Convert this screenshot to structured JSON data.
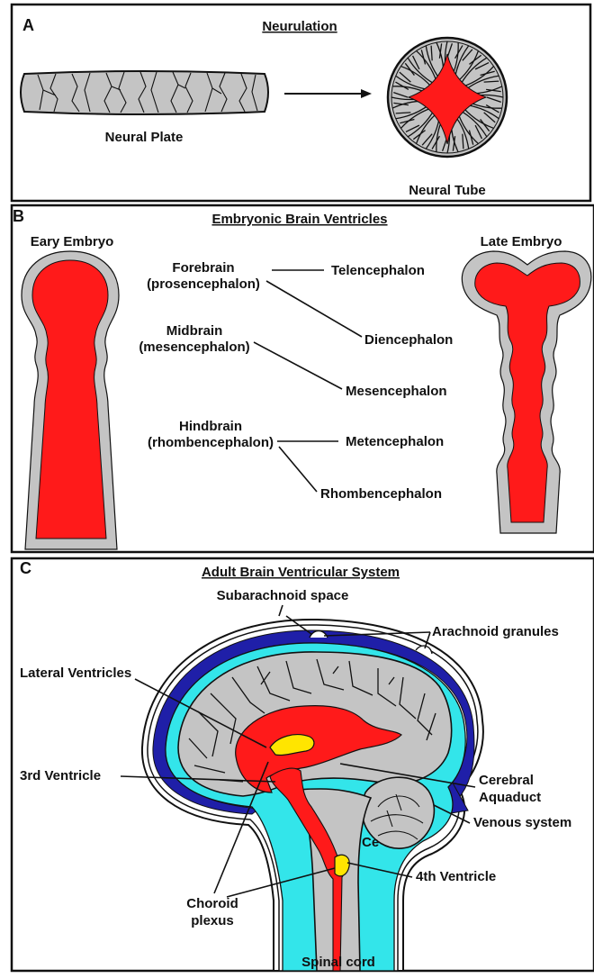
{
  "panels": {
    "a": {
      "letter": "A",
      "title": "Neurulation",
      "labels": {
        "neural_plate": "Neural Plate",
        "neural_tube": "Neural Tube"
      }
    },
    "b": {
      "letter": "B",
      "title": "Embryonic Brain Ventricles",
      "labels": {
        "early_embryo": "Eary Embryo",
        "late_embryo": "Late Embryo",
        "forebrain": "Forebrain",
        "prosencephalon": "(prosencephalon)",
        "midbrain": "Midbrain",
        "mesencephalon_paren": "(mesencephalon)",
        "hindbrain": "Hindbrain",
        "rhombencephalon_paren": "(rhombencephalon)",
        "telencephalon": "Telencephalon",
        "diencephalon": "Diencephalon",
        "mesencephalon": "Mesencephalon",
        "metencephalon": "Metencephalon",
        "rhombencephalon": "Rhombencephalon"
      }
    },
    "c": {
      "letter": "C",
      "title": "Adult Brain Ventricular System",
      "labels": {
        "subarachnoid_space": "Subarachnoid space",
        "arachnoid_granules": "Arachnoid granules",
        "lateral_ventricles": "Lateral Ventricles",
        "third_ventricle": "3rd Ventricle",
        "cerebral": "Cerebral",
        "aquaduct": "Aquaduct",
        "venous_system": "Venous system",
        "ce": "Ce",
        "fourth_ventricle": "4th Ventricle",
        "choroid": "Choroid",
        "plexus": "plexus",
        "spinal_cord": "Spinal cord"
      }
    }
  },
  "colors": {
    "ventricle": "#ff1a1a",
    "tissue": "#c4c4c4",
    "csf": "#33e5ea",
    "venous": "#1f1fa8",
    "choroid": "#ffe500",
    "outline": "#111111"
  }
}
